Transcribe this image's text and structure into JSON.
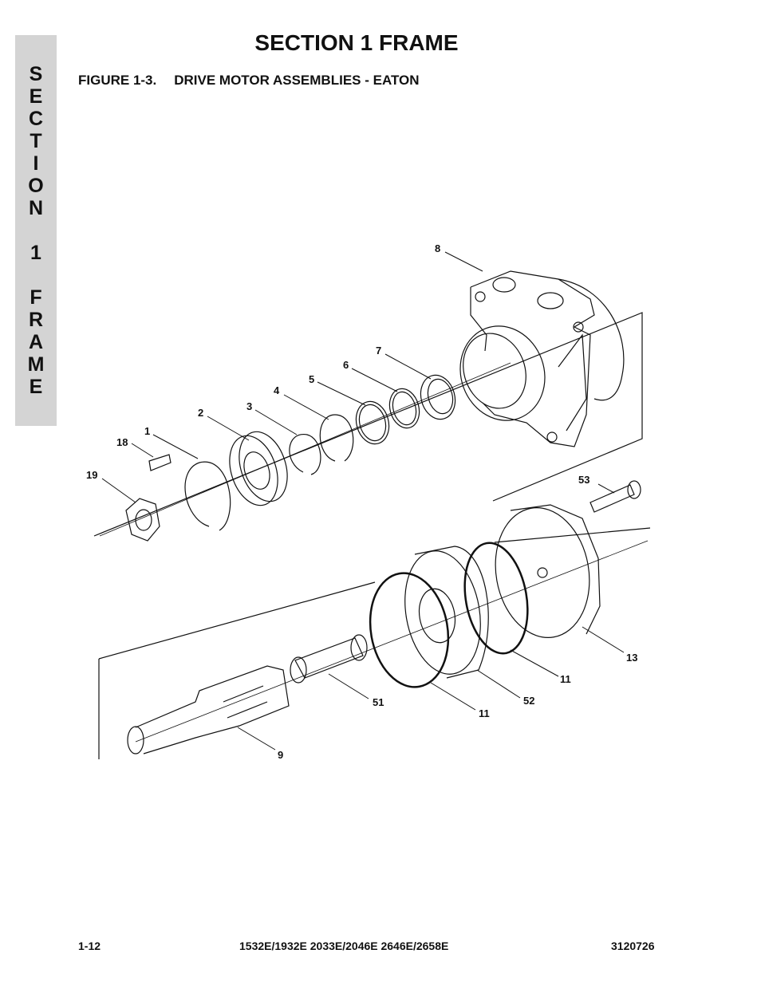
{
  "side_tab": {
    "letters": [
      "S",
      "E",
      "C",
      "T",
      "I",
      "O",
      "N",
      "",
      "1",
      "",
      "F",
      "R",
      "A",
      "M",
      "E"
    ]
  },
  "header": {
    "title": "SECTION 1  FRAME"
  },
  "figure": {
    "number": "FIGURE 1-3.",
    "name": "DRIVE MOTOR ASSEMBLIES - EATON",
    "callouts": {
      "c1": "1",
      "c2": "2",
      "c3": "3",
      "c4": "4",
      "c5": "5",
      "c6": "6",
      "c7": "7",
      "c8": "8",
      "c9": "9",
      "c11a": "11",
      "c11b": "11",
      "c13": "13",
      "c18": "18",
      "c19": "19",
      "c51": "51",
      "c52": "52",
      "c53": "53"
    }
  },
  "footer": {
    "page": "1-12",
    "models": "1532E/1932E 2033E/2046E 2646E/2658E",
    "doc_number": "3120726"
  }
}
